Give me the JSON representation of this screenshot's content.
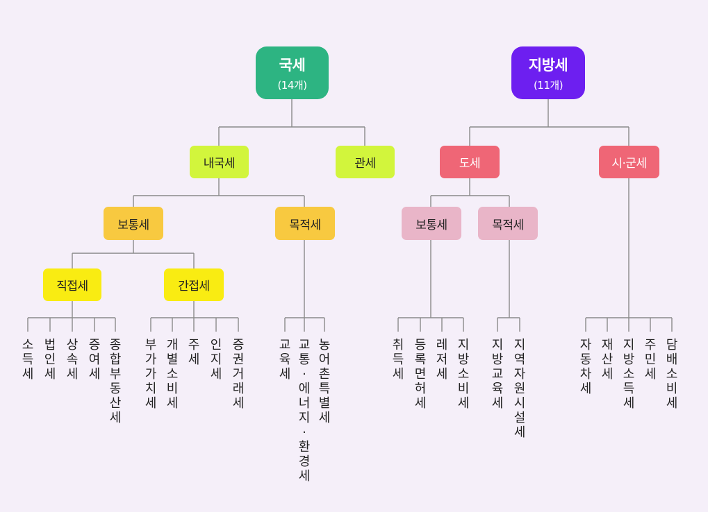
{
  "national": {
    "title": "국세",
    "count": "(14개)",
    "internal": {
      "label": "내국세",
      "ordinary": {
        "label": "보통세",
        "direct": {
          "label": "직접세",
          "items": [
            "소득세",
            "법인세",
            "상속세",
            "증여세",
            "종합부동산세"
          ]
        },
        "indirect": {
          "label": "간접세",
          "items": [
            "부가가치세",
            "개별소비세",
            "주세",
            "인지세",
            "증권거래세"
          ]
        }
      },
      "purpose": {
        "label": "목적세",
        "items": [
          "교육세",
          "교통·에너지·환경세",
          "농어촌특별세"
        ]
      }
    },
    "customs": {
      "label": "관세"
    }
  },
  "local": {
    "title": "지방세",
    "count": "(11개)",
    "province": {
      "label": "도세",
      "ordinary": {
        "label": "보통세",
        "items": [
          "취득세",
          "등록면허세",
          "레저세",
          "지방소비세"
        ]
      },
      "purpose": {
        "label": "목적세",
        "items": [
          "지방교육세",
          "지역자원시설세"
        ]
      }
    },
    "city": {
      "label": "시·군세",
      "items": [
        "자동차세",
        "재산세",
        "지방소득세",
        "주민세",
        "담배소비세"
      ]
    }
  },
  "colors": {
    "background": "#f5eff9",
    "national_root": "#2db482",
    "local_root": "#6d1ff0",
    "internal_and_customs": "#d2f53c",
    "national_ordinary_purpose": "#f8c940",
    "direct_indirect": "#f9ec12",
    "province_city": "#ef6676",
    "local_ordinary_purpose": "#e9b5c8",
    "connector": "#8a8a8a"
  }
}
